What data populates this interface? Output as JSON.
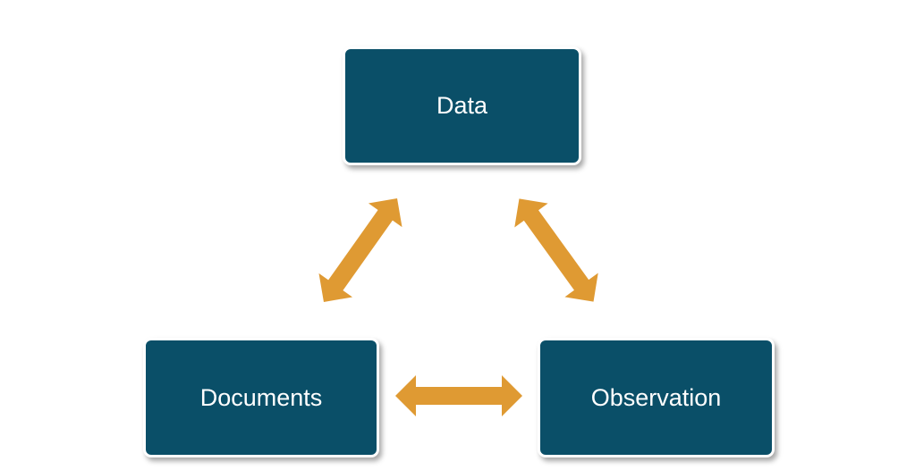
{
  "nodes": {
    "data": "Data",
    "documents": "Documents",
    "observation": "Observation"
  },
  "colors": {
    "box": "#0a4f68",
    "arrow": "#df9a33"
  }
}
